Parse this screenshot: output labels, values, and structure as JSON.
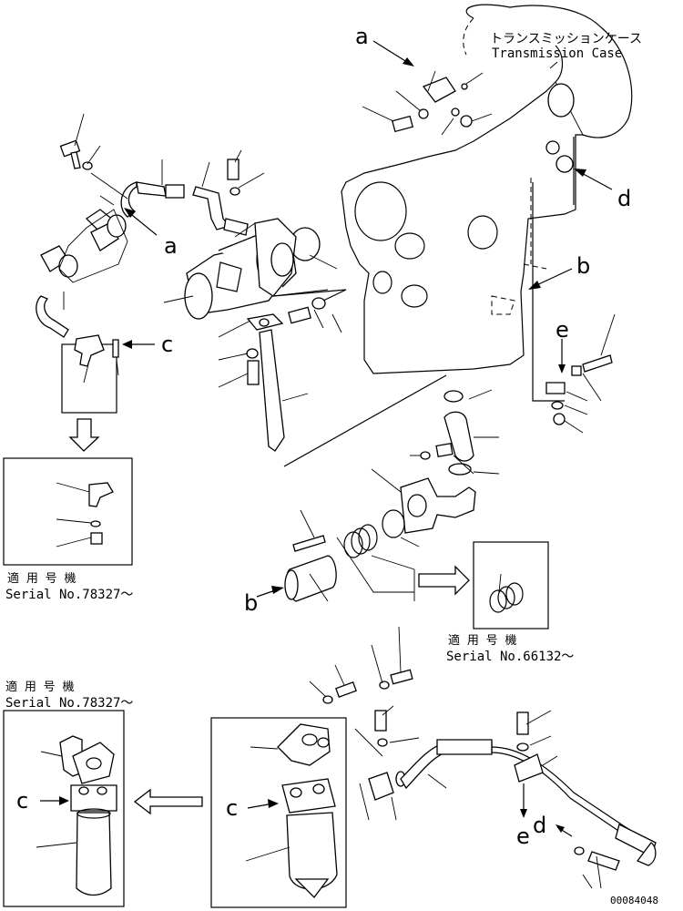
{
  "transmission_case": {
    "jp": "トランスミッションケース",
    "en": "Transmission Case"
  },
  "ref_letters": {
    "a": "a",
    "b": "b",
    "c": "c",
    "d": "d",
    "e": "e"
  },
  "serial_notes": [
    {
      "jp": "適 用 号 機",
      "serial": "Serial No.78327～"
    },
    {
      "jp": "適 用 号 機",
      "serial": "Serial No.66132～"
    },
    {
      "jp": "適 用 号 機",
      "serial": "Serial No.78327～"
    }
  ],
  "drawing_number": "00084048"
}
